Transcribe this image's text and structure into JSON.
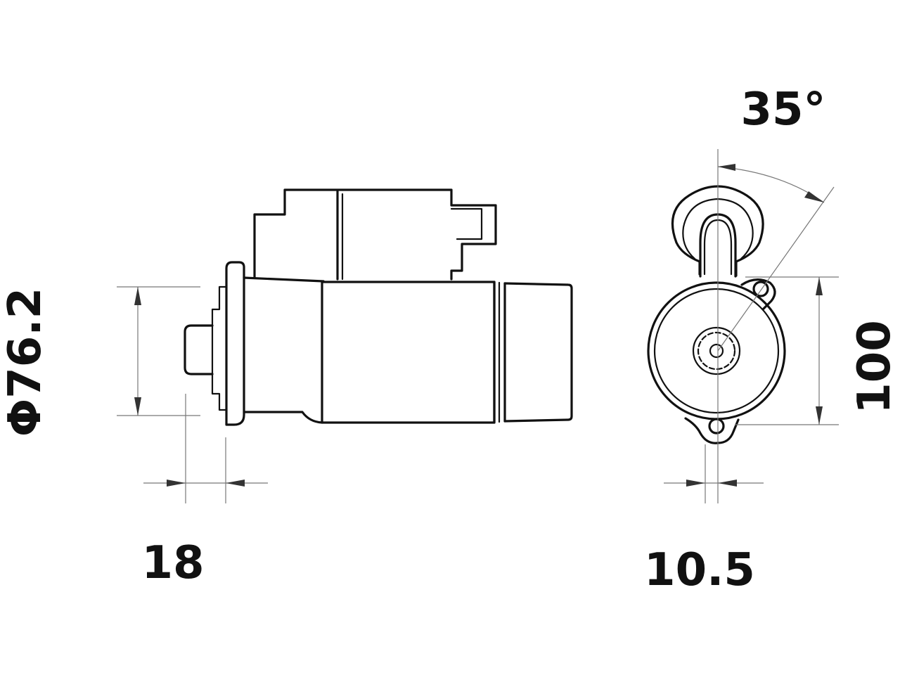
{
  "dimensions": {
    "diameter": "Φ76.2",
    "flange_offset": "18",
    "angle": "35°",
    "height": "100",
    "bolt_offset": "10.5"
  }
}
